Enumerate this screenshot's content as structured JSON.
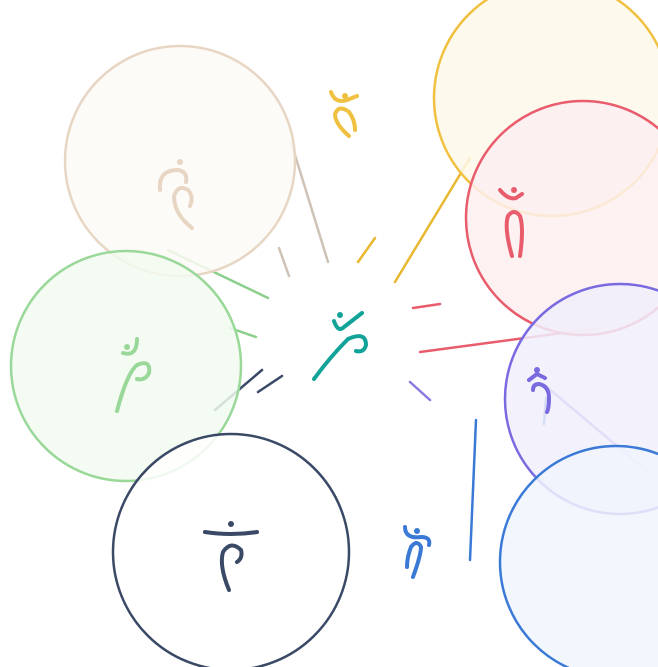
{
  "diagram": {
    "nodes": [
      {
        "id": "top-center",
        "color": "#f0c040",
        "fill": "#fdf8ea",
        "icon": "figure-reaching-icon"
      },
      {
        "id": "top-left",
        "color": "#e8d6c4",
        "fill": "#fdfaf6",
        "icon": "figure-sitting-icon"
      },
      {
        "id": "top-right",
        "color": "#e85c6c",
        "fill": "#fdeff0",
        "icon": "figure-standing-icon"
      },
      {
        "id": "middle-left",
        "color": "#9ad89a",
        "fill": "#f2faf0",
        "icon": "figure-walking-icon"
      },
      {
        "id": "middle-right",
        "color": "#7a6ae0",
        "fill": "#f1effb",
        "icon": "figure-bending-icon"
      },
      {
        "id": "bottom-left",
        "color": "#3a4a66",
        "fill": "#ffffff",
        "icon": "figure-arms-out-icon"
      },
      {
        "id": "bottom-right",
        "color": "#3a7ad6",
        "fill": "#f0f5fd",
        "icon": "figure-leaning-icon"
      }
    ],
    "center": {
      "color": "#12a398",
      "icon": "figure-dancing-icon"
    }
  }
}
